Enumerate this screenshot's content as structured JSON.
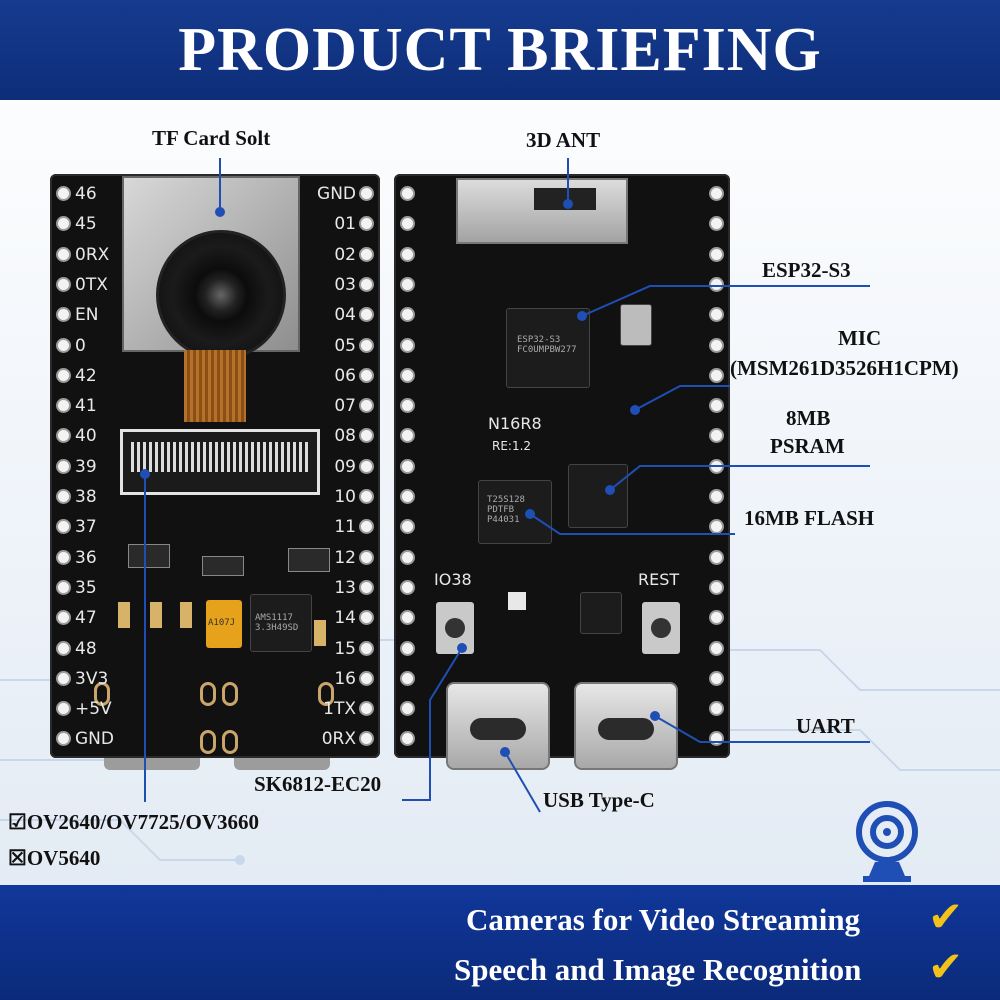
{
  "header": {
    "title": "PRODUCT BRIEFING"
  },
  "left_board": {
    "left_pins": [
      "46",
      "45",
      "0RX",
      "0TX",
      "EN",
      "0",
      "42",
      "41",
      "40",
      "39",
      "38",
      "37",
      "36",
      "35",
      "47",
      "48",
      "3V3",
      "+5V",
      "GND"
    ],
    "right_pins": [
      "GND",
      "01",
      "02",
      "03",
      "04",
      "05",
      "06",
      "07",
      "08",
      "09",
      "10",
      "11",
      "12",
      "13",
      "14",
      "15",
      "16",
      "1TX",
      "0RX"
    ],
    "chip_text": {
      "regulator": "AMS1117 3.3H49SD",
      "cap": "A107J"
    }
  },
  "right_board": {
    "silk_top": "N16R8",
    "silk_rev": "RE:1.2",
    "flash_text": "T25S128 PDTFB P44031",
    "esp_text": "ESP32-S3 FC0UMPBW277",
    "button_left": "IO38",
    "button_right": "REST"
  },
  "callouts": {
    "tf_card": "TF Card Solt",
    "ant": "3D ANT",
    "esp": "ESP32-S3",
    "mic_1": "MIC",
    "mic_2": "(MSM261D3526H1CPM)",
    "psram_1": "8MB",
    "psram_2": "PSRAM",
    "flash": "16MB FLASH",
    "uart": "UART",
    "led": "SK6812-EC20",
    "usb": "USB Type-C",
    "camera_supported": "☑OV2640/OV7725/OV3660",
    "camera_unsupported": "☒OV5640"
  },
  "features": [
    "Cameras for Video Streaming",
    "Speech and Image Recognition"
  ],
  "colors": {
    "header": "#163b8f",
    "board": "#111111",
    "check": "#f2c21b",
    "line": "#1f4fb5"
  },
  "icons": [
    "webcam-icon",
    "checkmark-icon"
  ]
}
